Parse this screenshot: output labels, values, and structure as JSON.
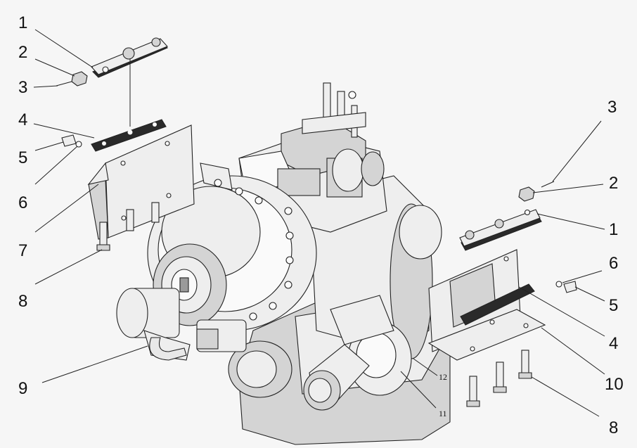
{
  "callouts": {
    "left": [
      "1",
      "2",
      "3",
      "4",
      "5",
      "6",
      "7",
      "8",
      "9"
    ],
    "right": [
      "3",
      "2",
      "1",
      "6",
      "5",
      "4",
      "10",
      "8"
    ],
    "bottom": [
      "12",
      "11"
    ]
  },
  "colors": {
    "line": "#222222",
    "body_light": "#eeeeee",
    "body_mid": "#d4d4d4",
    "body_dark": "#9a9a9a",
    "plate_black": "#2a2a2a"
  }
}
